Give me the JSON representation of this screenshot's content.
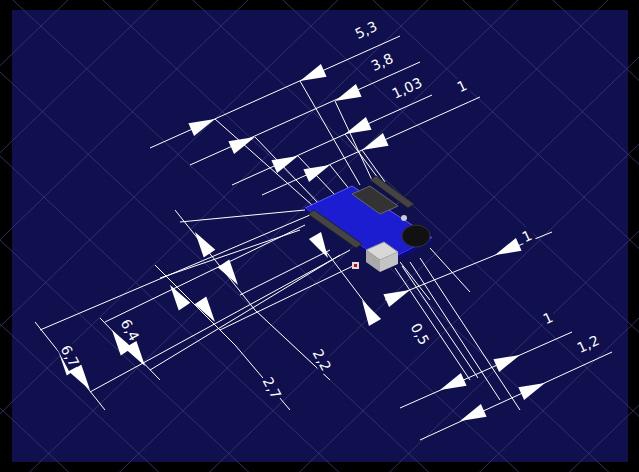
{
  "diagram": {
    "labels": [
      "5,3",
      "3,8",
      "1,03",
      "1",
      "1",
      "0,5",
      "1",
      "1,2",
      "6,7",
      "6,4",
      "2,2",
      "2,7"
    ]
  }
}
